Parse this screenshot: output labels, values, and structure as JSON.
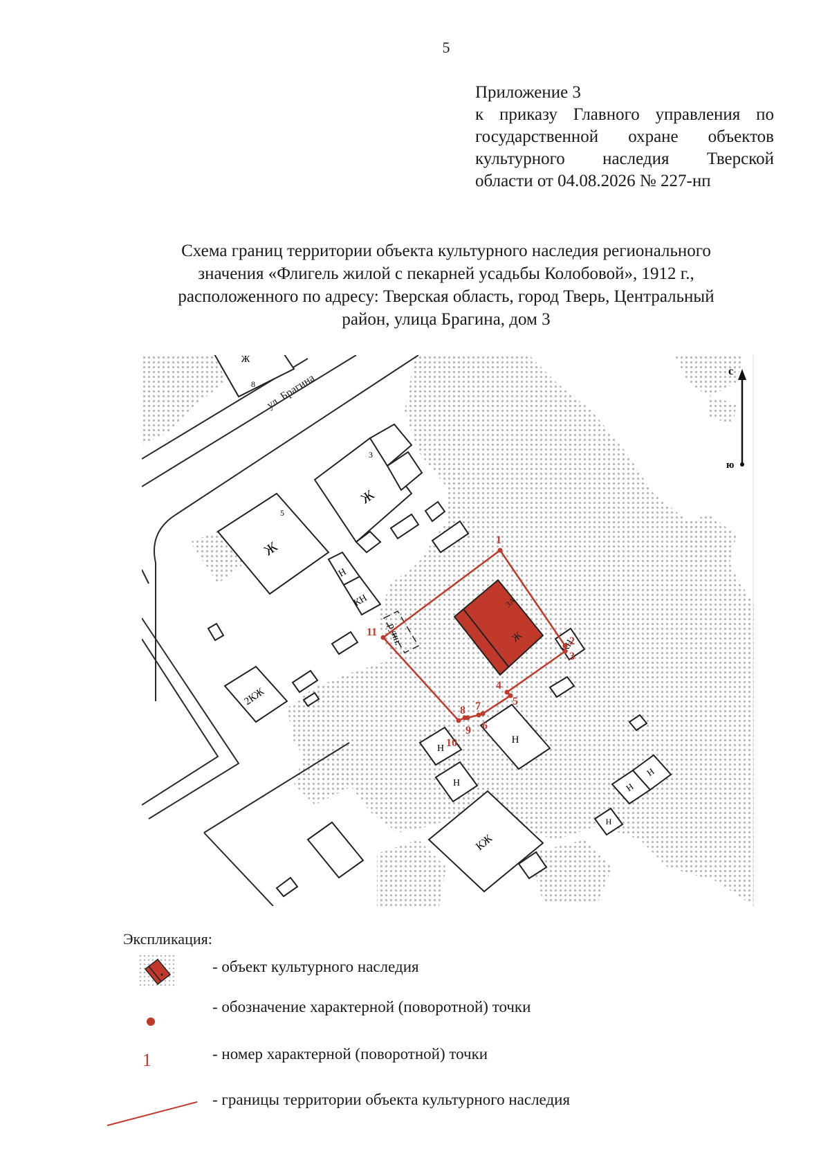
{
  "page_number": "5",
  "appendix": {
    "lines": [
      "Приложение 3",
      "к приказу Главного управления по",
      "государственной охране объектов",
      "культурного наследия Тверской",
      "области от 04.08.2026 № 227-нп"
    ]
  },
  "title": {
    "lines": [
      "Схема границ территории объекта культурного наследия регионального",
      "значения «Флигель жилой с пекарней усадьбы Колобовой», 1912 г.,",
      "расположенного по адресу: Тверская область, город Тверь, Центральный",
      "район, улица Брагина, дом 3"
    ]
  },
  "map": {
    "street_label": "ул. Брагина",
    "north_label": "с",
    "south_label": "ю",
    "building_labels": {
      "b3": "Ж",
      "b3_num": "3",
      "b5": "Ж",
      "b5_num": "5",
      "top_partial": "Ж",
      "top_partial_num": "8",
      "h1": "Н",
      "kn1": "КН",
      "ruin": "руин.",
      "obj_a": "ЗА",
      "obj_zh": "Ж",
      "kn2": "КН",
      "zh2": "2КЖ",
      "n1": "Н",
      "n2": "Н",
      "n3": "Н",
      "kzh": "КЖ",
      "n4": "Н",
      "n5": "Н",
      "n6": "Н"
    },
    "points": [
      "1",
      "2",
      "3",
      "4",
      "5",
      "6",
      "7",
      "8",
      "9",
      "10",
      "11"
    ],
    "colors": {
      "boundary": "#c0392b",
      "object_fill": "#c0392b",
      "dots": "#b8b8b8"
    }
  },
  "explication": {
    "title": "Экспликация:",
    "items": [
      "- объект культурного наследия",
      "- обозначение характерной (поворотной) точки",
      "- номер характерной (поворотной) точки",
      "- границы территории объекта культурного наследия"
    ],
    "number_sample": "1"
  }
}
